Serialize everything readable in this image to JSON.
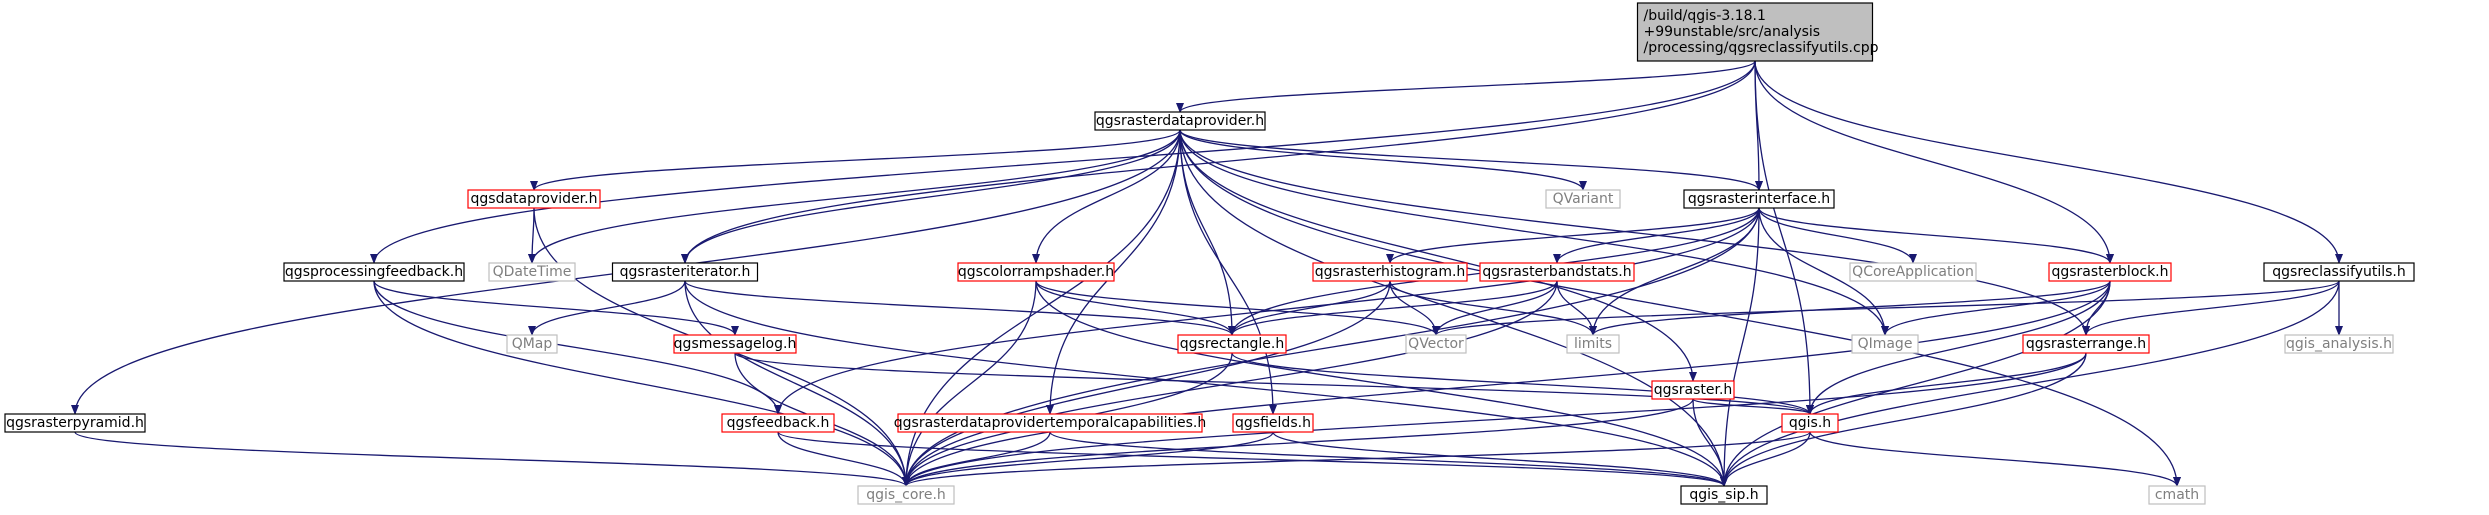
{
  "graph": {
    "colors": {
      "edge": "#191970",
      "node_text": "#000000",
      "focus_fill": "#bfbfbf",
      "border_default": "#000000",
      "border_incomplete": "#ff0000",
      "border_external": "#bfbfbf",
      "external_text": "#7f7f7f"
    },
    "nodes": [
      {
        "id": "root",
        "lines": [
          "/build/qgis-3.18.1",
          "+99unstable/src/analysis",
          "/processing/qgsreclassifyutils.cpp"
        ],
        "style": "focus"
      },
      {
        "id": "qgsrasterdataprovider",
        "lines": [
          "qgsrasterdataprovider.h"
        ],
        "style": "default"
      },
      {
        "id": "qgsdataprovider",
        "lines": [
          "qgsdataprovider.h"
        ],
        "style": "incomplete"
      },
      {
        "id": "qvariant",
        "lines": [
          "QVariant"
        ],
        "style": "external"
      },
      {
        "id": "qgsrasterinterface",
        "lines": [
          "qgsrasterinterface.h"
        ],
        "style": "default"
      },
      {
        "id": "qgsprocessingfeedback",
        "lines": [
          "qgsprocessingfeedback.h"
        ],
        "style": "default"
      },
      {
        "id": "qdatetime",
        "lines": [
          "QDateTime"
        ],
        "style": "external"
      },
      {
        "id": "qgsrasteriterator",
        "lines": [
          "qgsrasteriterator.h"
        ],
        "style": "default"
      },
      {
        "id": "qgscolorrampshader",
        "lines": [
          "qgscolorrampshader.h"
        ],
        "style": "incomplete"
      },
      {
        "id": "qgsrasterhistogram",
        "lines": [
          "qgsrasterhistogram.h"
        ],
        "style": "incomplete"
      },
      {
        "id": "qgsrasterbandstats",
        "lines": [
          "qgsrasterbandstats.h"
        ],
        "style": "incomplete"
      },
      {
        "id": "qcoreapplication",
        "lines": [
          "QCoreApplication"
        ],
        "style": "external"
      },
      {
        "id": "qgsrasterblock",
        "lines": [
          "qgsrasterblock.h"
        ],
        "style": "incomplete"
      },
      {
        "id": "qgsreclassifyutils",
        "lines": [
          "qgsreclassifyutils.h"
        ],
        "style": "default"
      },
      {
        "id": "qmap",
        "lines": [
          "QMap"
        ],
        "style": "external"
      },
      {
        "id": "qgsmessagelog",
        "lines": [
          "qgsmessagelog.h"
        ],
        "style": "incomplete"
      },
      {
        "id": "qgsrectangle",
        "lines": [
          "qgsrectangle.h"
        ],
        "style": "incomplete"
      },
      {
        "id": "qvector",
        "lines": [
          "QVector"
        ],
        "style": "external"
      },
      {
        "id": "limits",
        "lines": [
          "limits"
        ],
        "style": "external"
      },
      {
        "id": "qimage",
        "lines": [
          "QImage"
        ],
        "style": "external"
      },
      {
        "id": "qgsrasterrange",
        "lines": [
          "qgsrasterrange.h"
        ],
        "style": "incomplete"
      },
      {
        "id": "qgis_analysis",
        "lines": [
          "qgis_analysis.h"
        ],
        "style": "external"
      },
      {
        "id": "qgsraster",
        "lines": [
          "qgsraster.h"
        ],
        "style": "incomplete"
      },
      {
        "id": "qgsrasterpyramid",
        "lines": [
          "qgsrasterpyramid.h"
        ],
        "style": "default"
      },
      {
        "id": "qgsfeedback",
        "lines": [
          "qgsfeedback.h"
        ],
        "style": "incomplete"
      },
      {
        "id": "qgsrasterdataprovidertemporalcapabilities",
        "lines": [
          "qgsrasterdataprovidertemporalcapabilities.h"
        ],
        "style": "incomplete"
      },
      {
        "id": "qgsfields",
        "lines": [
          "qgsfields.h"
        ],
        "style": "incomplete"
      },
      {
        "id": "qgis",
        "lines": [
          "qgis.h"
        ],
        "style": "incomplete"
      },
      {
        "id": "qgis_core",
        "lines": [
          "qgis_core.h"
        ],
        "style": "external"
      },
      {
        "id": "qgis_sip",
        "lines": [
          "qgis_sip.h"
        ],
        "style": "default"
      },
      {
        "id": "cmath",
        "lines": [
          "cmath"
        ],
        "style": "external"
      }
    ],
    "edges": [
      [
        "root",
        "qgsrasterdataprovider"
      ],
      [
        "root",
        "qgsrasterinterface"
      ],
      [
        "root",
        "qgsprocessingfeedback"
      ],
      [
        "root",
        "qgsrasteriterator"
      ],
      [
        "root",
        "qgsrasterblock"
      ],
      [
        "root",
        "qgsreclassifyutils"
      ],
      [
        "root",
        "qgis"
      ],
      [
        "qgsrasterdataprovider",
        "qgsdataprovider"
      ],
      [
        "qgsrasterdataprovider",
        "qvariant"
      ],
      [
        "qgsrasterdataprovider",
        "qgsrasterinterface"
      ],
      [
        "qgsrasterdataprovider",
        "qdatetime"
      ],
      [
        "qgsrasterdataprovider",
        "qgsrasteriterator"
      ],
      [
        "qgsrasterdataprovider",
        "qgscolorrampshader"
      ],
      [
        "qgsrasterdataprovider",
        "qgsrectangle"
      ],
      [
        "qgsrasterdataprovider",
        "qgsraster"
      ],
      [
        "qgsrasterdataprovider",
        "qgsrasterpyramid"
      ],
      [
        "qgsrasterdataprovider",
        "qgsrasterdataprovidertemporalcapabilities"
      ],
      [
        "qgsrasterdataprovider",
        "qgsfields"
      ],
      [
        "qgsrasterdataprovider",
        "qgis_core"
      ],
      [
        "qgsrasterdataprovider",
        "qgis_sip"
      ],
      [
        "qgsrasterdataprovider",
        "qimage"
      ],
      [
        "qgsrasterdataprovider",
        "qgsrasterrange"
      ],
      [
        "qgsrasterdataprovider",
        "cmath"
      ],
      [
        "qgsdataprovider",
        "qdatetime"
      ],
      [
        "qgsdataprovider",
        "qgis_core"
      ],
      [
        "qgsrasterinterface",
        "qcoreapplication"
      ],
      [
        "qgsrasterinterface",
        "qgsrasterblock"
      ],
      [
        "qgsrasterinterface",
        "qgsrasterhistogram"
      ],
      [
        "qgsrasterinterface",
        "qgsrasterbandstats"
      ],
      [
        "qgsrasterinterface",
        "qgsrectangle"
      ],
      [
        "qgsrasterinterface",
        "qgsfeedback"
      ],
      [
        "qgsrasterinterface",
        "limits"
      ],
      [
        "qgsrasterinterface",
        "qimage"
      ],
      [
        "qgsrasterinterface",
        "qgis_core"
      ],
      [
        "qgsrasterinterface",
        "qgis_sip"
      ],
      [
        "qgsprocessingfeedback",
        "qgsmessagelog"
      ],
      [
        "qgsprocessingfeedback",
        "qgsfeedback"
      ],
      [
        "qgsprocessingfeedback",
        "qgis_core"
      ],
      [
        "qgsrasteriterator",
        "qmap"
      ],
      [
        "qgsrasteriterator",
        "qgsrectangle"
      ],
      [
        "qgsrasteriterator",
        "qgis_core"
      ],
      [
        "qgsrasteriterator",
        "qgis_sip"
      ],
      [
        "qgscolorrampshader",
        "qgsrectangle"
      ],
      [
        "qgscolorrampshader",
        "qvector"
      ],
      [
        "qgscolorrampshader",
        "qgis_core"
      ],
      [
        "qgscolorrampshader",
        "qgis_sip"
      ],
      [
        "qgsrasterhistogram",
        "qgsrectangle"
      ],
      [
        "qgsrasterhistogram",
        "qvector"
      ],
      [
        "qgsrasterhistogram",
        "limits"
      ],
      [
        "qgsrasterhistogram",
        "qgis_core"
      ],
      [
        "qgsrasterbandstats",
        "qgsrectangle"
      ],
      [
        "qgsrasterbandstats",
        "qvector"
      ],
      [
        "qgsrasterbandstats",
        "limits"
      ],
      [
        "qgsrasterbandstats",
        "qgis_core"
      ],
      [
        "qgsrasterblock",
        "qgis"
      ],
      [
        "qgsrasterblock",
        "qimage"
      ],
      [
        "qgsrasterblock",
        "qgsrasterrange"
      ],
      [
        "qgsrasterblock",
        "qgis_core"
      ],
      [
        "qgsrasterblock",
        "qgis_sip"
      ],
      [
        "qgsrasterblock",
        "limits"
      ],
      [
        "qgsreclassifyutils",
        "qgsrasterrange"
      ],
      [
        "qgsreclassifyutils",
        "qgis_analysis"
      ],
      [
        "qgsreclassifyutils",
        "qvector"
      ],
      [
        "qgsreclassifyutils",
        "qgis_sip"
      ],
      [
        "qgsmessagelog",
        "qgis_core"
      ],
      [
        "qgsmessagelog",
        "qgis"
      ],
      [
        "qgsrectangle",
        "qgis"
      ],
      [
        "qgsrectangle",
        "qgis_core"
      ],
      [
        "qgsrasterrange",
        "qgis"
      ],
      [
        "qgsrasterrange",
        "qgis_core"
      ],
      [
        "qgsrasterrange",
        "qgis_sip"
      ],
      [
        "qgsraster",
        "qgis"
      ],
      [
        "qgsraster",
        "qgis_core"
      ],
      [
        "qgsraster",
        "qgis_sip"
      ],
      [
        "qgsrasterpyramid",
        "qgis_core"
      ],
      [
        "qgsfeedback",
        "qgis_core"
      ],
      [
        "qgsfeedback",
        "qgis_sip"
      ],
      [
        "qgsrasterdataprovidertemporalcapabilities",
        "qgis_core"
      ],
      [
        "qgsrasterdataprovidertemporalcapabilities",
        "qgis_sip"
      ],
      [
        "qgsfields",
        "qgis_core"
      ],
      [
        "qgsfields",
        "qgis_sip"
      ],
      [
        "qgis",
        "qgis_core"
      ],
      [
        "qgis",
        "qgis_sip"
      ],
      [
        "qgis",
        "cmath"
      ]
    ]
  }
}
